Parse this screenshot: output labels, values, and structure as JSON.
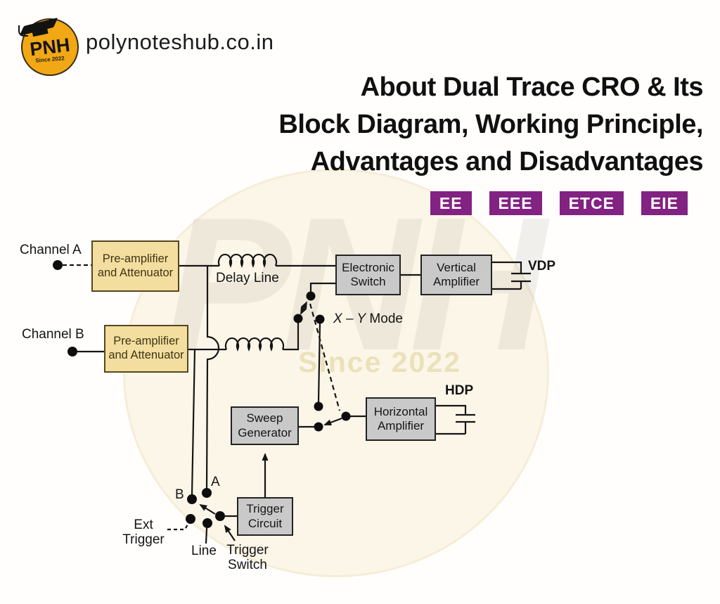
{
  "header": {
    "logo": {
      "text": "PNH",
      "tagline": "Since 2022"
    },
    "site": "polynoteshub.co.in",
    "title_lines": [
      "About Dual Trace CRO & Its",
      "Block Diagram, Working Principle,",
      "Advantages and Disadvantages"
    ],
    "badges": [
      "EE",
      "EEE",
      "ETCE",
      "EIE"
    ]
  },
  "diagram": {
    "channel_a": "Channel A",
    "channel_b": "Channel B",
    "preamp": "Pre-amplifier and Attenuator",
    "delay_line": "Delay Line",
    "electronic_switch": "Electronic Switch",
    "vertical_amplifier": "Vertical Amplifier",
    "sweep_generator": "Sweep Generator",
    "horizontal_amplifier": "Horizontal Amplifier",
    "trigger_circuit": "Trigger Circuit",
    "xy_mode_xy": "X – Y",
    "xy_mode_word": " Mode",
    "vdp": "VDP",
    "hdp": "HDP",
    "label_a": "A",
    "label_b": "B",
    "ext_trigger": "Ext Trigger",
    "line": "Line",
    "trigger_switch": "Trigger Switch"
  },
  "watermark": {
    "text": "Since 2022"
  },
  "colors": {
    "badge_purple": "#822282",
    "block_yellow": "#f3dea0",
    "block_gray": "#c9c9c9",
    "logo_yellow": "#f2a714",
    "wire": "#151515"
  }
}
